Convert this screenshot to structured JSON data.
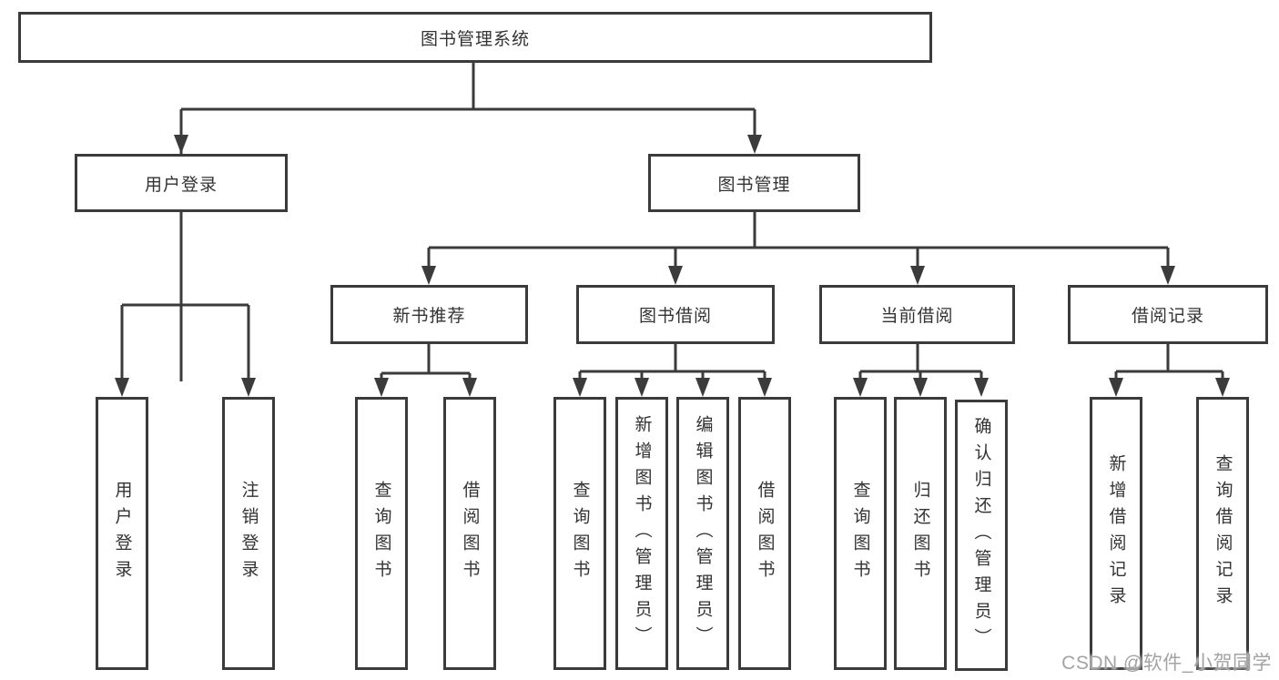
{
  "diagram": {
    "type": "hierarchy-tree",
    "tree": {
      "label": "图书管理系统",
      "children": [
        {
          "label": "用户登录",
          "children": [
            {
              "label": "用户登录"
            },
            {
              "label": "注销登录"
            }
          ]
        },
        {
          "label": "图书管理",
          "children": [
            {
              "label": "新书推荐",
              "children": [
                {
                  "label": "查询图书"
                },
                {
                  "label": "借阅图书"
                }
              ]
            },
            {
              "label": "图书借阅",
              "children": [
                {
                  "label": "查询图书"
                },
                {
                  "label": "新增图书（管理员）"
                },
                {
                  "label": "编辑图书（管理员）"
                },
                {
                  "label": "借阅图书"
                }
              ]
            },
            {
              "label": "当前借阅",
              "children": [
                {
                  "label": "查询图书"
                },
                {
                  "label": "归还图书"
                },
                {
                  "label": "确认归还（管理员）"
                }
              ]
            },
            {
              "label": "借阅记录",
              "children": [
                {
                  "label": "新增借阅记录"
                },
                {
                  "label": "查询借阅记录"
                }
              ]
            }
          ]
        }
      ]
    },
    "watermark": "CSDN @软件_小贺同学",
    "colors": {
      "line": "#3b3b3b",
      "text": "#333333",
      "box_background": "#ffffff",
      "watermark": "#a3a3a3"
    }
  }
}
